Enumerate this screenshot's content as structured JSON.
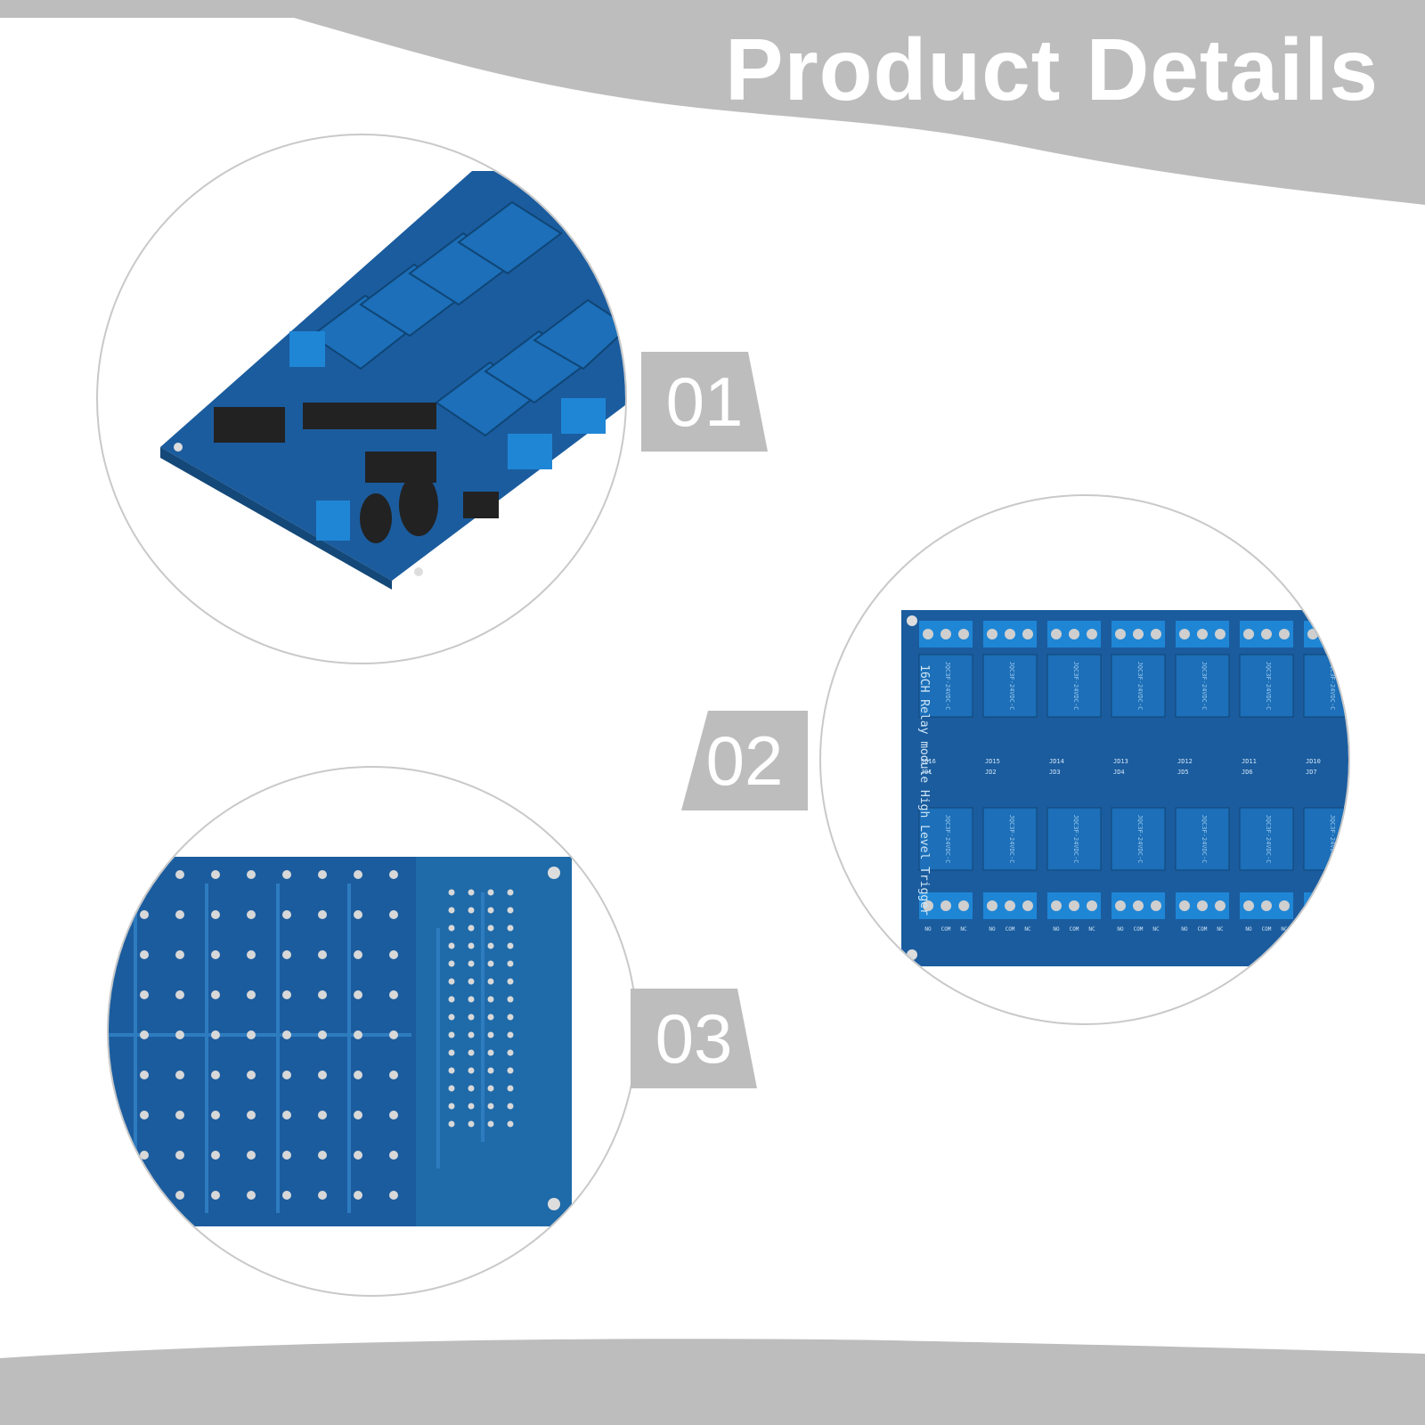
{
  "header": {
    "title": "Product Details",
    "band_color": "#bdbdbd"
  },
  "badges": [
    {
      "label": "01"
    },
    {
      "label": "02"
    },
    {
      "label": "03"
    }
  ],
  "board": {
    "module_text": "16CH Relay module High Level Trigger",
    "relay_marking": "JQC3F-24VDC-C",
    "terminals": [
      "NO",
      "COM",
      "NC"
    ],
    "top_row_ids": [
      "JD16",
      "JD15",
      "JD14",
      "JD13",
      "JD12",
      "JD11",
      "JD10"
    ],
    "bottom_row_ids": [
      "JD1",
      "JD2",
      "JD3",
      "JD4",
      "JD5",
      "JD6",
      "JD7"
    ],
    "pcb_color": "#1b5c9e",
    "relay_color": "#1c6fb8",
    "terminal_color": "#1f86d6"
  }
}
